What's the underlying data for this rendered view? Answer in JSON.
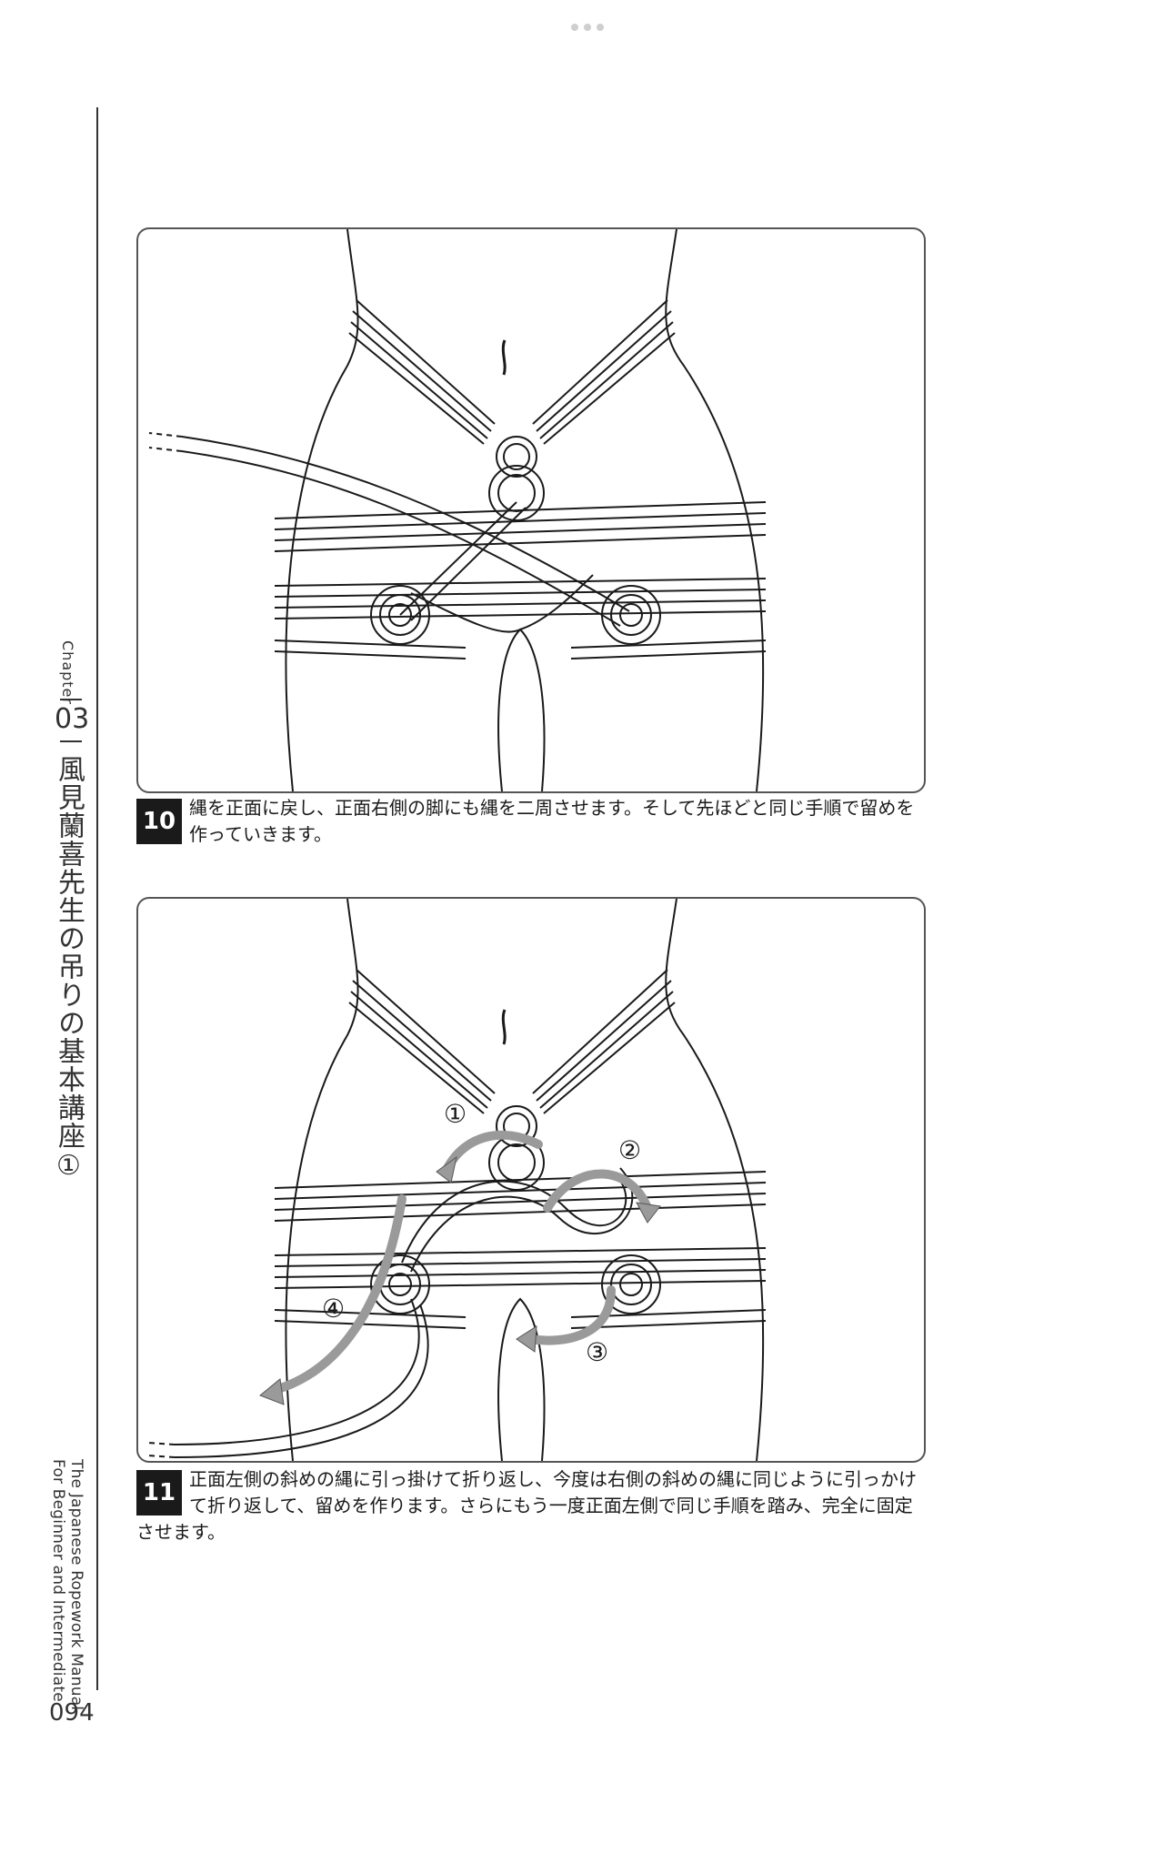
{
  "header": {
    "chapter_label": "Chapter",
    "chapter_number": "03",
    "chapter_title": "風見蘭喜先生の吊りの基本講座①"
  },
  "book_title": {
    "line1": "The Japanese Ropework Manual",
    "line2": "For Beginner and Intermediate"
  },
  "page_number": "094",
  "steps": [
    {
      "number": "10",
      "text": "縄を正面に戻し、正面右側の脚にも縄を二周させます。そして先ほどと同じ手順で留めを作っていきます。"
    },
    {
      "number": "11",
      "text": "正面左側の斜めの縄に引っ掛けて折り返し、今度は右側の斜めの縄に同じように引っかけて折り返して、留めを作ります。さらにもう一度正面左側で同じ手順を踏み、完全に固定させます。"
    }
  ],
  "markers": [
    "①",
    "②",
    "③",
    "④"
  ],
  "colors": {
    "ink": "#1a1a1a",
    "arrow": "#9a9a9a",
    "panel_border": "#555555"
  }
}
